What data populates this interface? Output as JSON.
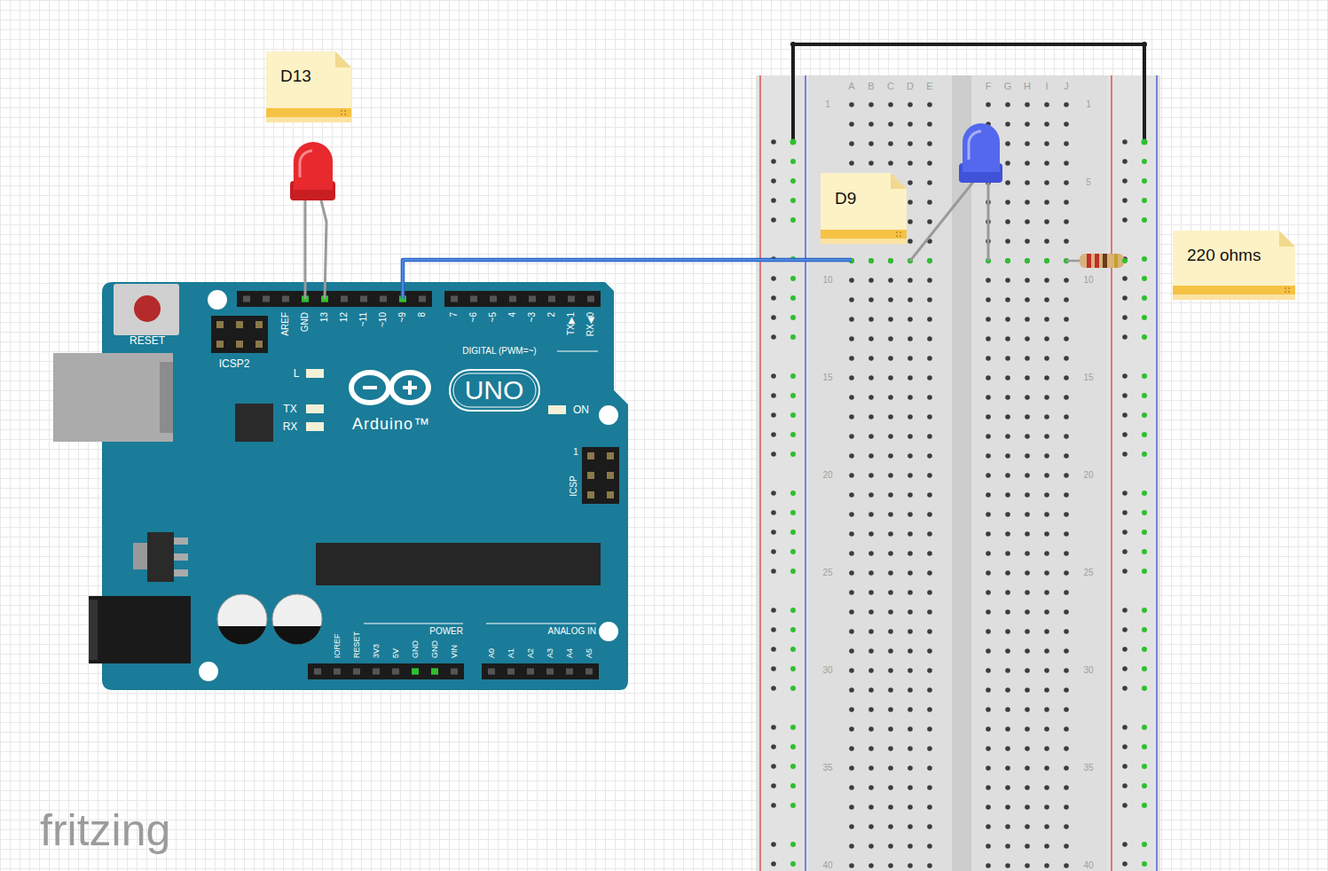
{
  "diagram": {
    "nodes": [
      {
        "text": [
          "D13"
        ]
      },
      {
        "text": [
          "D9"
        ]
      },
      {
        "text": [
          "220 ohms"
        ]
      }
    ],
    "labels": [
      "RESET",
      "ICSP2",
      "AREF",
      "GND",
      "13",
      "12",
      "~11",
      "~10",
      "~9",
      "8",
      "7",
      "~6",
      "~5",
      "4",
      "~3",
      "2",
      "TX▶1",
      "RX◀0",
      "DIGITAL (PWM=~)",
      "L",
      "TX",
      "RX",
      "UNO",
      "Arduino™",
      "ON",
      "1",
      "ICSP",
      "IOREF",
      "RESET",
      "3V3",
      "5V",
      "GND",
      "GND",
      "VIN",
      "POWER",
      "ANALOG IN",
      "A0",
      "A1",
      "A2",
      "A3",
      "A4",
      "A5",
      "A",
      "B",
      "C",
      "D",
      "E",
      "F",
      "G",
      "H",
      "I",
      "J",
      "1",
      "5",
      "10",
      "15",
      "20",
      "25",
      "30",
      "35",
      "40",
      "1",
      "5",
      "10",
      "15",
      "20",
      "25",
      "30",
      "35",
      "40",
      "fritzing"
    ]
  }
}
